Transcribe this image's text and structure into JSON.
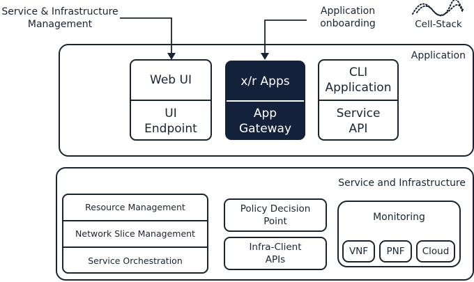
{
  "top_labels": {
    "service_infra_mgmt": "Service & Infrastructure\nManagement",
    "app_onboarding": "Application\nonboarding",
    "brand": "Cell-Stack"
  },
  "application": {
    "title": "Application",
    "web_ui": {
      "top": "Web UI",
      "bottom": "UI\nEndpoint"
    },
    "xr_apps": {
      "top": "x/r Apps",
      "bottom": "App\nGateway"
    },
    "cli": {
      "top": "CLI\nApplication",
      "bottom": "Service\nAPI"
    }
  },
  "service_infrastructure": {
    "title": "Service and Infrastructure",
    "management_stack": [
      "Resource Management",
      "Network Slice Management",
      "Service Orchestration"
    ],
    "policy": "Policy Decision\nPoint",
    "infra_client": "Infra-Client\nAPIs",
    "monitoring": {
      "title": "Monitoring",
      "items": [
        "VNF",
        "PNF",
        "Cloud"
      ]
    }
  },
  "colors": {
    "ink": "#1a2332",
    "dark_fill": "#14213a",
    "background": "#ffffff"
  }
}
